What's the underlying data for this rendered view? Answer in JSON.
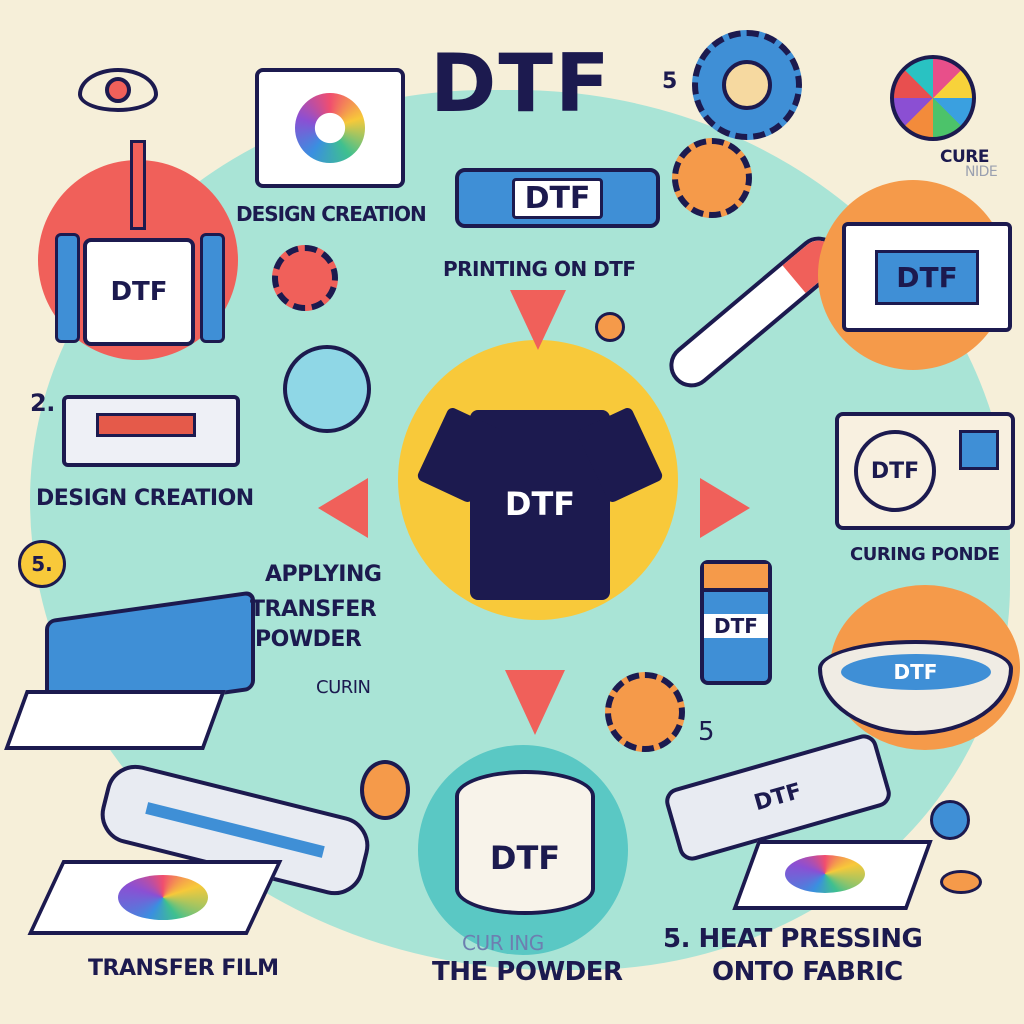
{
  "title": "DTF",
  "title_number": "5",
  "colors": {
    "background": "#f6efd9",
    "blob": "#a9e4d6",
    "navy": "#1c1a4f",
    "red": "#f0605a",
    "yellow": "#f8c93a",
    "orange": "#f59a4a",
    "blue": "#3f8fd6"
  },
  "labels": {
    "design_creation_top": "DESIGN CREATION",
    "printing_on_dtf": "PRINTING ON DTF",
    "step2": "2.",
    "design_creation_left": "DESIGN CREATION",
    "step5_left": "5.",
    "applying": "APPLYING",
    "transfer": "TRANSFER",
    "powder": "POWDER",
    "curin": "CURIN",
    "five_center": "5",
    "cure": "CURE",
    "nide": "NIDE",
    "curing_ponde": "CURING PONDE",
    "transfer_film": "TRANSFER FILM",
    "curing_faded": "CUR ING",
    "the_powder": "THE POWDER",
    "heat_pressing": "5. HEAT PRESSING",
    "onto_fabric": "ONTO FABRIC"
  },
  "item_texts": {
    "tube": "DTF",
    "left_printer": "DTF",
    "shirt": "DTF",
    "monitor": "DTF",
    "oven": "DTF",
    "jar": "DTF",
    "bowl": "DTF",
    "bucket": "DTF",
    "heat_press": "DTF"
  },
  "icons": [
    "eye-icon",
    "color-wheel-icon",
    "gear-icon",
    "printer-icon",
    "tshirt-icon",
    "pen-icon",
    "oven-icon",
    "bowl-icon",
    "laminator-icon",
    "heat-press-icon",
    "arrow-icon"
  ]
}
